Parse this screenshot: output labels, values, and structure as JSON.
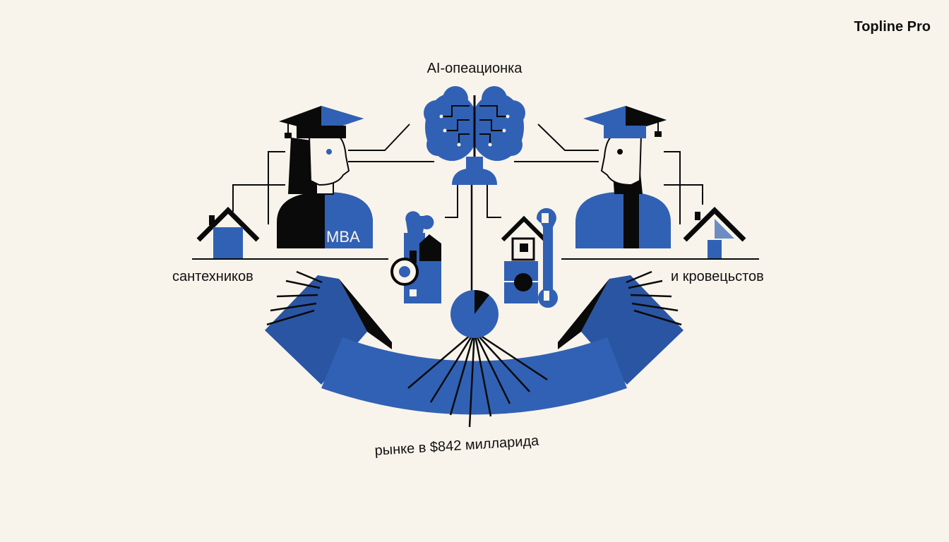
{
  "brand": "Topline Pro",
  "title": "AI-опеационка",
  "labels": {
    "left": "сантехников",
    "right": "и кровецьстов",
    "bottom": "рынке в $842 милларида",
    "badge": "MBA"
  },
  "colors": {
    "background": "#f8f4eb",
    "blue": "#3161b4",
    "dark_blue": "#2a55a3",
    "black": "#0a0a0a"
  }
}
